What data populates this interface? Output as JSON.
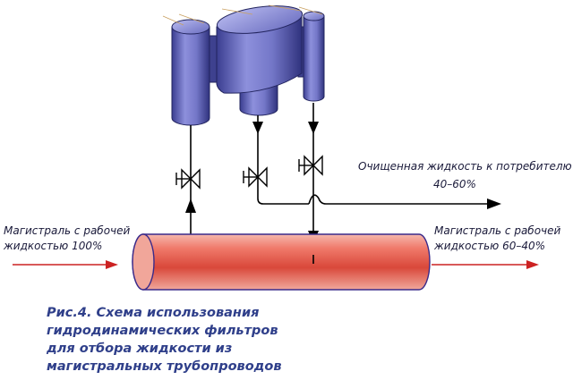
{
  "labels": {
    "main_in_line1": "Магистраль с рабочей",
    "main_in_line2": "жидкостью 100%",
    "consumer_line1": "Очищенная жидкость к потребителю",
    "consumer_line2": "40–60%",
    "main_out_line1": "Магистраль с рабочей",
    "main_out_line2": "жидкостью  60–40%"
  },
  "caption": {
    "line1": "Рис.4. Схема использования",
    "line2": "гидродинамических фильтров",
    "line3": "для отбора жидкости из",
    "line4": "магистральных трубопроводов"
  },
  "colors": {
    "pipe": "#e8685a",
    "tank": "#6f72c8",
    "line": "#000000",
    "flow_arrow": "#cc2222",
    "caption": "#2f3f8a"
  }
}
